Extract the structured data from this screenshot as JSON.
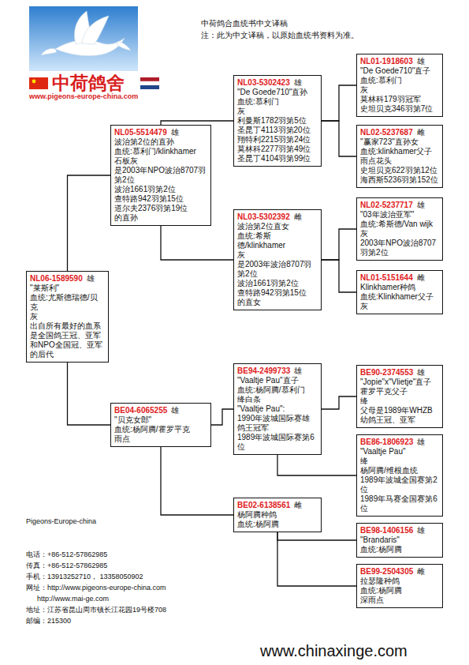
{
  "diagram": {
    "title": "中荷鸽合血统书中文译稿",
    "nodes": [
      {
        "text": [
          "NL06-1589590",
          "雄",
          "\"莱斯利\"",
          "血统:尤斯德瑞德/贝克",
          "灰",
          "出自所有最好的血系是全国鸽王冠、亚军和NPO全国冠、亚军的后代"
        ]
      },
      {
        "text": [
          "NL05-5514479",
          "雄",
          "波治第2位的直孙",
          "血统:慕利门/klinkhamer",
          "石板灰",
          "是2003年NPO波治8707羽第2位",
          "波治1661羽第2位",
          "查特路942羽第15位",
          "道尔夫2376羽第19位",
          "的直孙"
        ]
      },
      {
        "text": [
          "BE04-6065255",
          "雄",
          "\"贝克女郎\"",
          "血统:杨阿腾/霍罗平克",
          "雨点"
        ]
      },
      {
        "text": [
          "NL03-5302423",
          "雄",
          "\"De Goede710\"直孙",
          "血统:慕利门",
          "灰",
          "利曼斯1782羽第5位",
          "圣昆丁4113羽第20位",
          "翔特利2215羽第24位",
          "莫林科2277羽第49位",
          "圣昆丁4104羽第99位"
        ]
      },
      {
        "text": [
          "NL03-5302392",
          "雌",
          "波治第2位直女",
          "血统:希斯德/klinkhamer",
          "灰",
          "是2003年波治8707羽第2位",
          "波治1661羽第2位",
          "查特路942羽第15位",
          "的直女"
        ]
      },
      {
        "text": [
          "BE94-2499733",
          "雄",
          "\"Vaaltje Pau\"直子",
          "血统:杨阿腾/慕利门",
          "绛白条",
          "\"Vaaltje Pau\":",
          "1990年波城国际赛雄鸽王冠军",
          "1989年波城国际赛第6位"
        ]
      },
      {
        "text": [
          "BE02-6138561",
          "雌",
          "杨阿腾种鸽",
          "血统:杨阿腾"
        ]
      },
      {
        "text": [
          "NL01-1918603",
          "雄",
          "\"De Goede710\"直子",
          "血统:慕利门",
          "灰",
          "莫林科179羽冠军",
          "史坦贝克346羽第7位"
        ]
      },
      {
        "text": [
          "NL02-5237687",
          "雌",
          "\"赢家723\"直孙女",
          "血统:klinkhamer父子",
          "雨点花头",
          "史坦贝克622羽第12位",
          "海西斯5236羽第152位"
        ]
      },
      {
        "text": [
          "NL02-5237717",
          "雄",
          "\"03年波治亚军\"",
          "血统:希斯德/Van wijk",
          "灰",
          "2003年NPO波治8707羽第2位"
        ]
      },
      {
        "text": [
          "NL01-5151644",
          "雌",
          "Klinkhamer种鸽",
          "血统:Klinkhamer父子",
          "灰"
        ]
      },
      {
        "text": [
          "BE90-2374553",
          "雄",
          "\"Jopie\"x\"Vlietje\"直子",
          "霍罗平克父子",
          "绛",
          "父母是1989年WHZB幼鸽王冠、亚军"
        ]
      },
      {
        "text": [
          "BE86-1806923",
          "雄",
          "\"Vaaltje Pau\"",
          "绛",
          "杨阿腾/维根血统",
          "1989年波城全国赛第2位",
          "1989年马赛全国赛第6位"
        ]
      },
      {
        "text": [
          "BE98-1406156",
          "雄",
          "\"Brandaris\"",
          "血统:杨阿腾"
        ]
      },
      {
        "text": [
          "BE99-2504305",
          "雌",
          "拉瑟隆种鸽",
          "血统:杨阿腾",
          "深雨点"
        ]
      }
    ],
    "edges": [
      {
        "from": 0,
        "to": 1,
        "arrow": "none"
      },
      {
        "from": 0,
        "to": 2,
        "arrow": "none"
      },
      {
        "from": 1,
        "to": 3,
        "arrow": "none"
      },
      {
        "from": 1,
        "to": 4,
        "arrow": "none"
      },
      {
        "from": 2,
        "to": 5,
        "arrow": "none"
      },
      {
        "from": 2,
        "to": 6,
        "arrow": "none"
      },
      {
        "from": 3,
        "to": 7,
        "arrow": "none"
      },
      {
        "from": 3,
        "to": 8,
        "arrow": "none"
      },
      {
        "from": 4,
        "to": 9,
        "arrow": "none"
      },
      {
        "from": 4,
        "to": 10,
        "arrow": "none"
      },
      {
        "from": 5,
        "to": 11,
        "arrow": "none"
      },
      {
        "from": 5,
        "to": 12,
        "arrow": "none"
      },
      {
        "from": 6,
        "to": 13,
        "arrow": "none"
      },
      {
        "from": 6,
        "to": 14,
        "arrow": "none"
      }
    ],
    "labels": [
      "注：此为中文译稿，以原始血统书资料为准。",
      "中荷鸽舍",
      "www.pigeons-europe-china.com",
      "Pigeons-Europe-china",
      "电话：+86-512-57862985",
      "传真：+86-512-57862985",
      "手机：13913252710， 13358050902",
      "网址：http://www.pigeons-europe-china.com",
      "http://www.mai-ge.com",
      "地址：江苏省昆山周市镇长江花园19号楼708",
      "邮编：215300",
      "www.chinaxinge.com"
    ]
  }
}
